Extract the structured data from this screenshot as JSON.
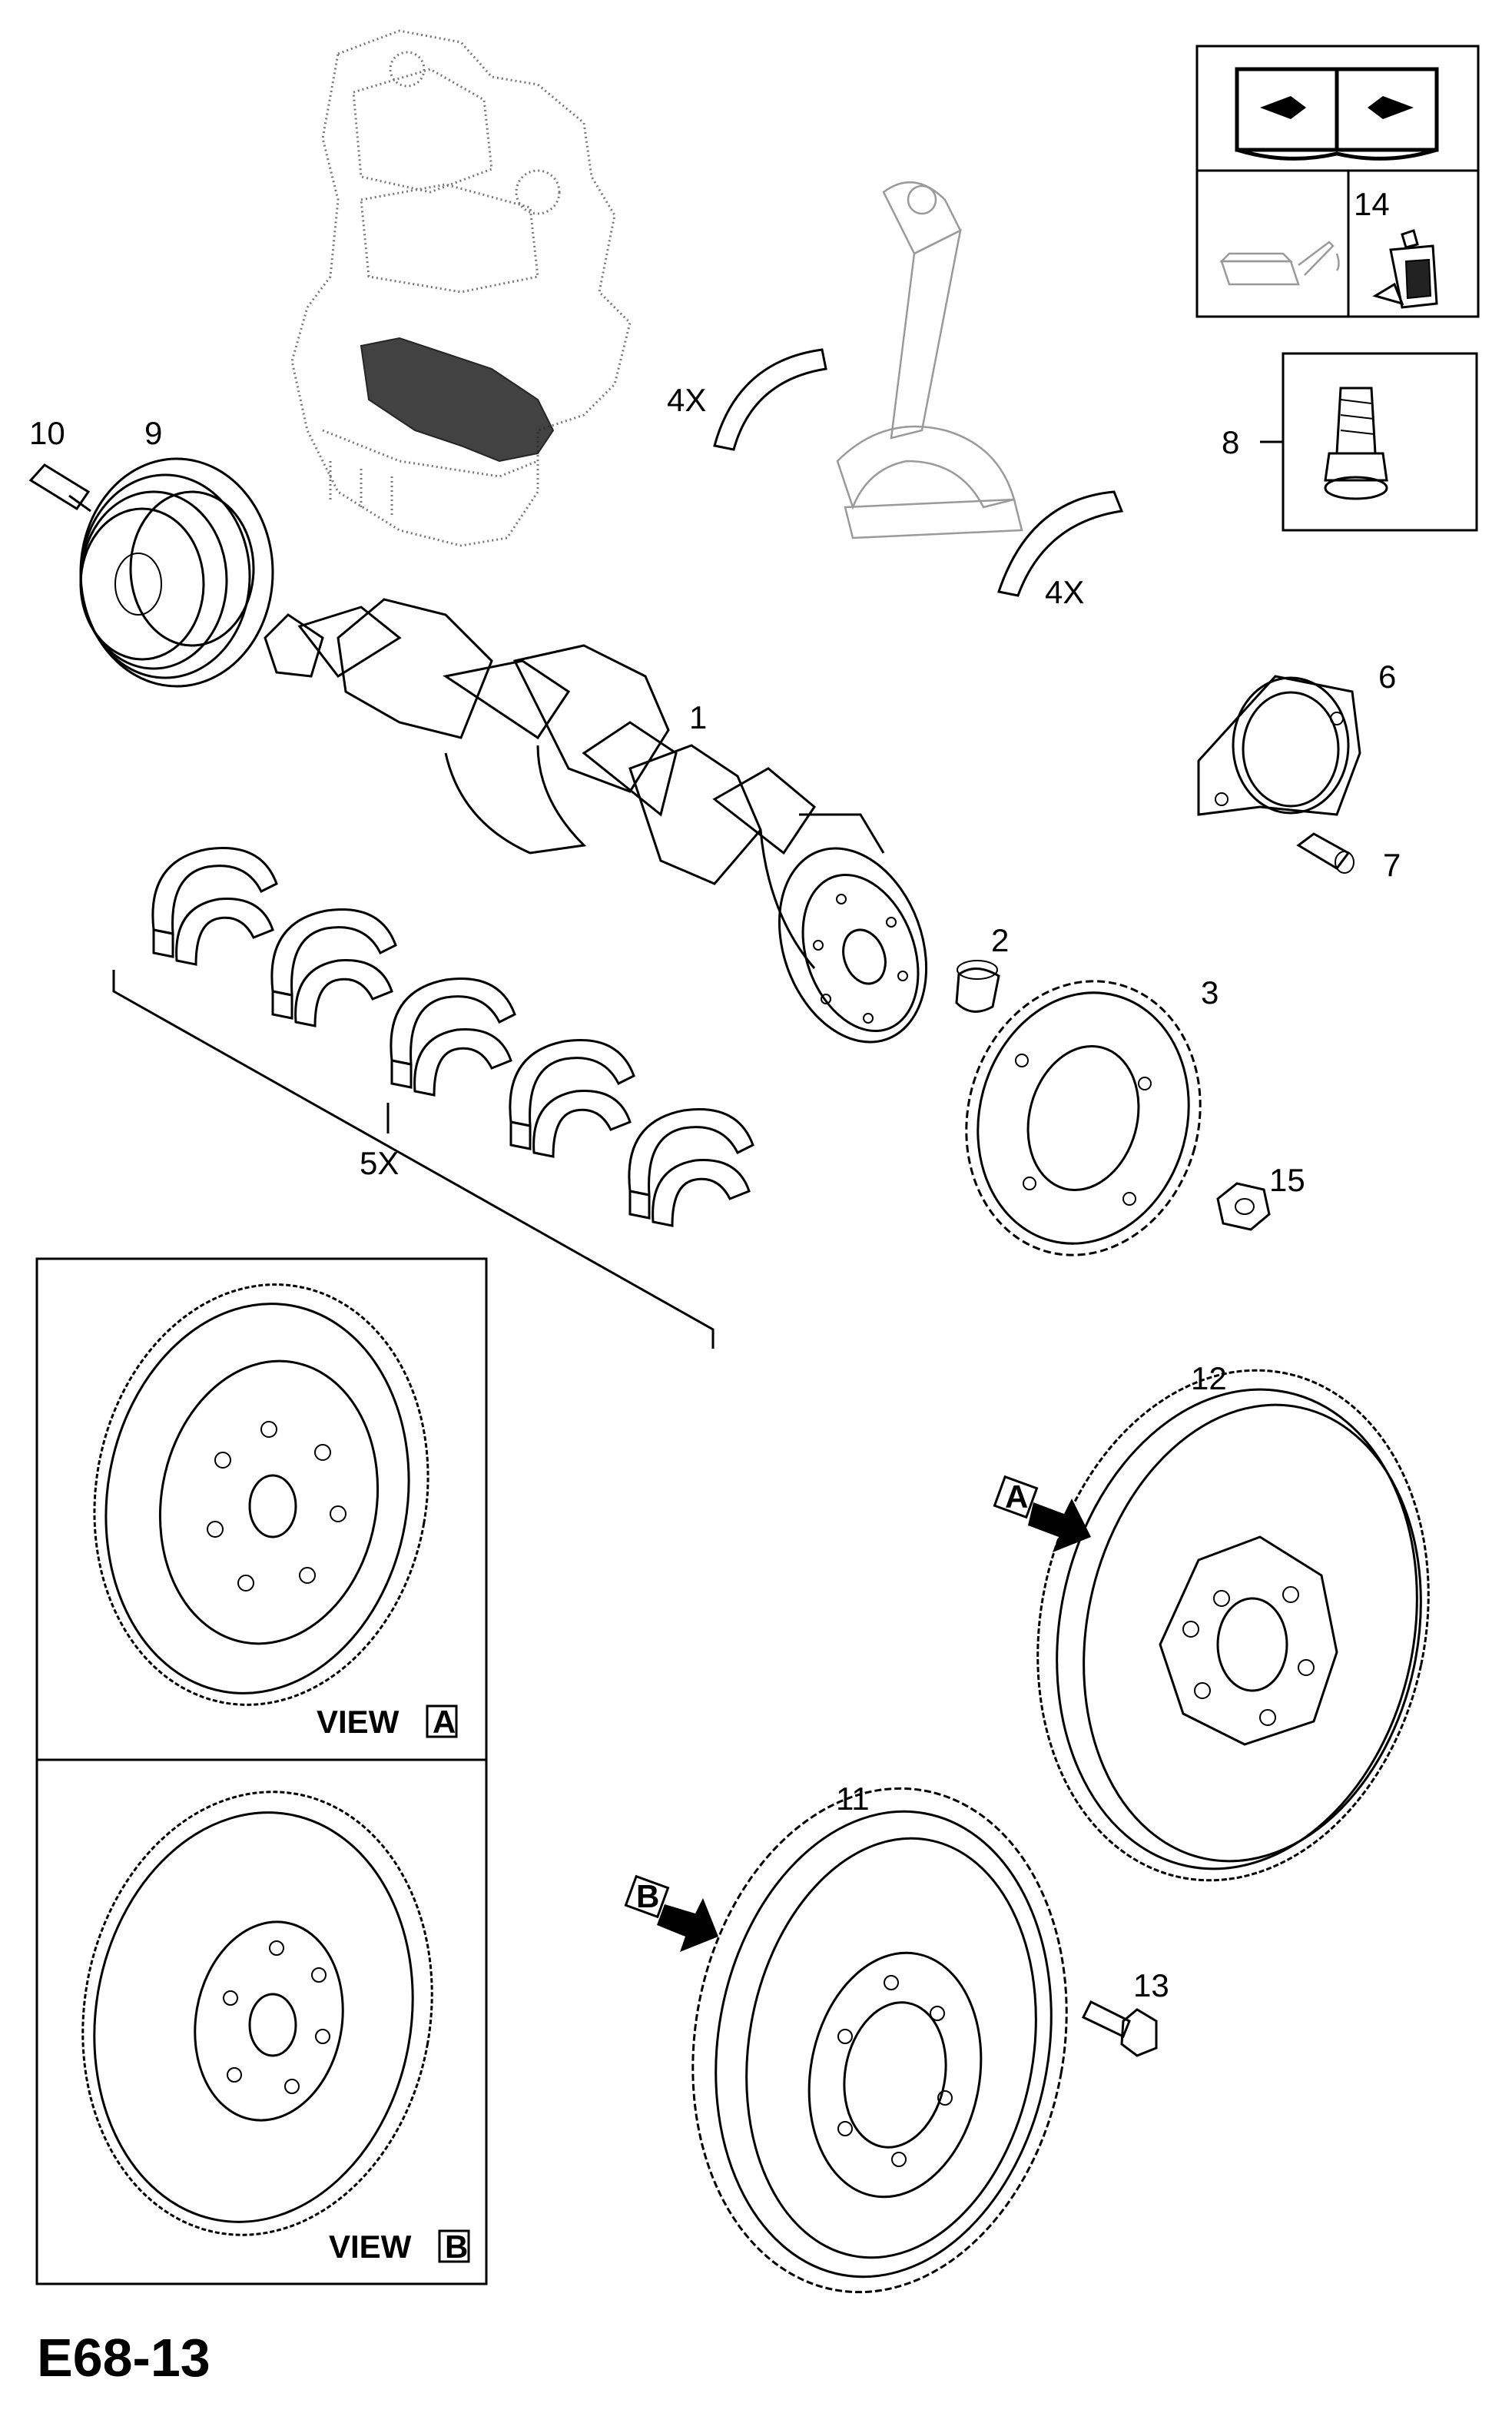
{
  "diagram_code": "E68-13",
  "callouts": {
    "c1": "1",
    "c2": "2",
    "c3": "3",
    "c4x_top": "4X",
    "c4x_bottom": "4X",
    "c5x": "5X",
    "c6": "6",
    "c7": "7",
    "c8": "8",
    "c9": "9",
    "c10": "10",
    "c11": "11",
    "c12": "12",
    "c13": "13",
    "c14": "14",
    "c15": "15"
  },
  "view_a": {
    "label": "VIEW",
    "letter": "A"
  },
  "view_b": {
    "label": "VIEW",
    "letter": "B"
  },
  "arrow_a": "A",
  "arrow_b": "B",
  "icons": [
    "manual-book-wrench-icon",
    "oil-can-icon",
    "threadlock-bottle-icon"
  ]
}
